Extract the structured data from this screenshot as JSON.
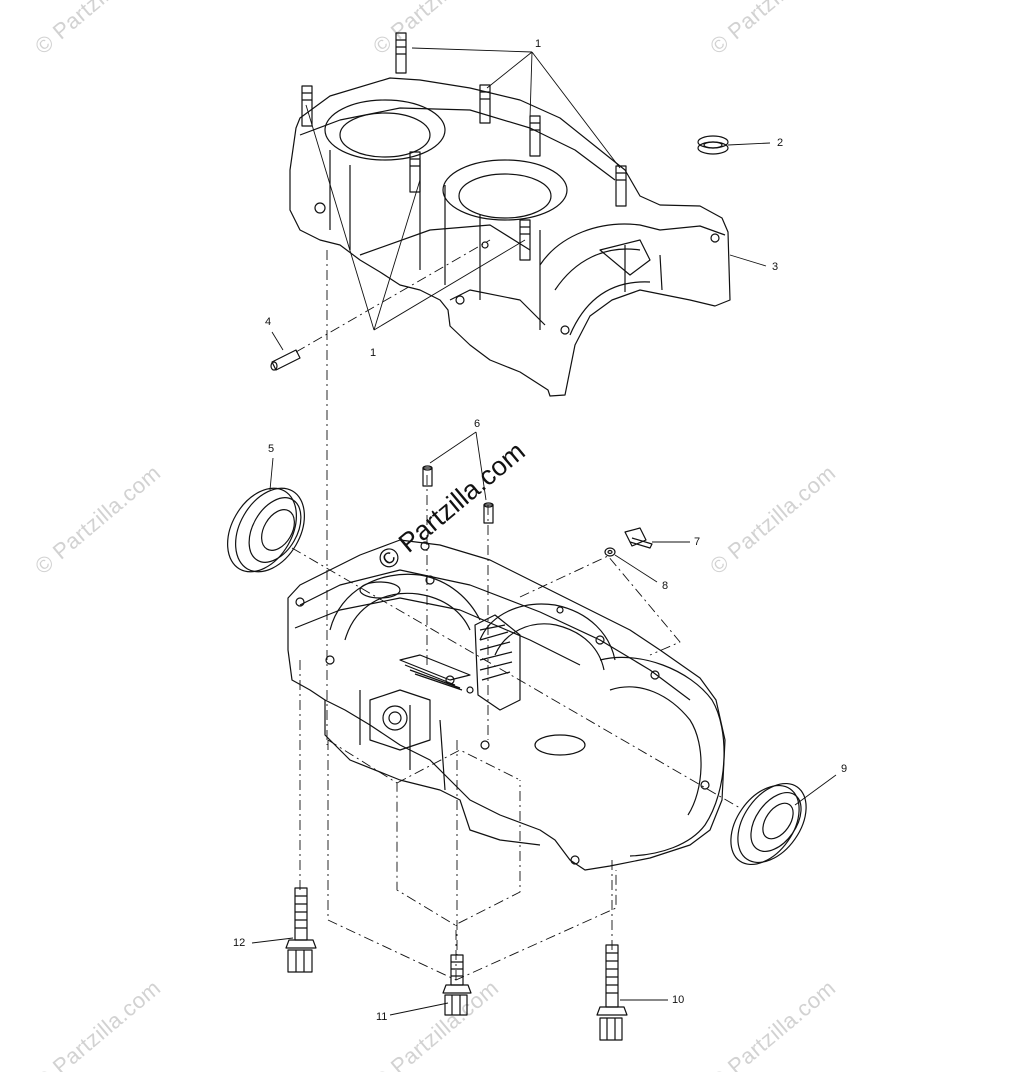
{
  "watermark": {
    "text": "© Partzilla.com",
    "main_text": "© Partzilla.com"
  },
  "callouts": {
    "c1_top": "1",
    "c2": "2",
    "c3": "3",
    "c4": "4",
    "c1_bottom": "1",
    "c5": "5",
    "c6": "6",
    "c7": "7",
    "c8": "8",
    "c9": "9",
    "c10": "10",
    "c11": "11",
    "c12": "12"
  }
}
